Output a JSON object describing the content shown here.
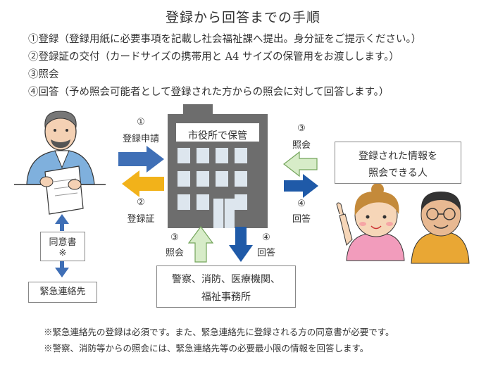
{
  "title": "登録から回答までの手順",
  "steps": [
    "①登録（登録用紙に必要事項を記載し社会福祉課へ提出。身分証をご提示ください。）",
    "②登録証の交付（カードサイズの携帯用と A4 サイズの保管用をお渡しします。）",
    "③照会",
    "④回答（予め照会可能者として登録された方からの照会に対して回答します。）"
  ],
  "diagram": {
    "building_label": "市役所で保管",
    "arrow_to_building": {
      "num": "①",
      "text": "登録申請"
    },
    "arrow_to_person": {
      "num": "②",
      "text": "登録証"
    },
    "arrow_from_inquirers": {
      "num": "③",
      "text": "照会"
    },
    "arrow_to_inquirers": {
      "num": "④",
      "text": "回答"
    },
    "arrow_from_agencies": {
      "num": "③",
      "text": "照会"
    },
    "arrow_to_agencies": {
      "num": "④",
      "text": "回答"
    },
    "inquirer_box": {
      "line1": "登録された情報を",
      "line2": "照会できる人"
    },
    "agency_box": {
      "line1": "警察、消防、医療機関、",
      "line2": "福祉事務所"
    },
    "consent_box": {
      "line1": "同意書",
      "line2": "※"
    },
    "emergency_box": "緊急連絡先"
  },
  "notes": [
    "※緊急連絡先の登録は必須です。また、緊急連絡先に登録される方の同意書が必要です。",
    "※警察、消防等からの照会には、緊急連絡先等の必要最小限の情報を回答します。"
  ],
  "colors": {
    "building": "#6d6d6d",
    "window": "#dde6ee",
    "arrow_blue": "#3f6fb6",
    "arrow_yellow": "#f2b21a",
    "arrow_green_fill": "#d7ecc8",
    "arrow_green_stroke": "#74a55c",
    "arrow_navy": "#1f5aa8"
  }
}
